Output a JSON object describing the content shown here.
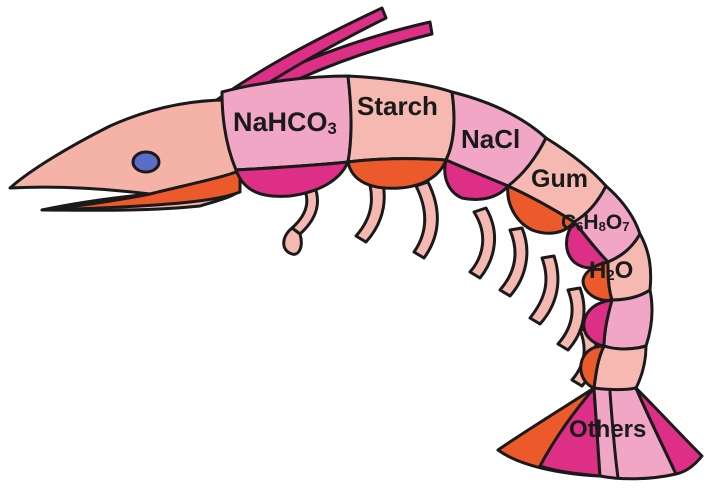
{
  "labels": {
    "nahco3": {
      "main": "NaHCO",
      "sub": "3"
    },
    "starch": "Starch",
    "nacl": "NaCl",
    "gum": "Gum",
    "citric": {
      "c": "C",
      "c_sub": "6",
      "h": "H",
      "h_sub": "8",
      "o": "O",
      "o_sub": "7"
    },
    "water": {
      "h": "H",
      "h_sub": "2",
      "o": "O"
    },
    "others": "Others"
  },
  "colors": {
    "outline": "#1a1a1a",
    "body_pink": "#f2a6c6",
    "light_pink": "#f6b9b1",
    "salmon": "#f4b3a6",
    "belly_orange": "#ec5a2c",
    "magenta": "#dd2f86",
    "eye": "#5a6dc8"
  }
}
